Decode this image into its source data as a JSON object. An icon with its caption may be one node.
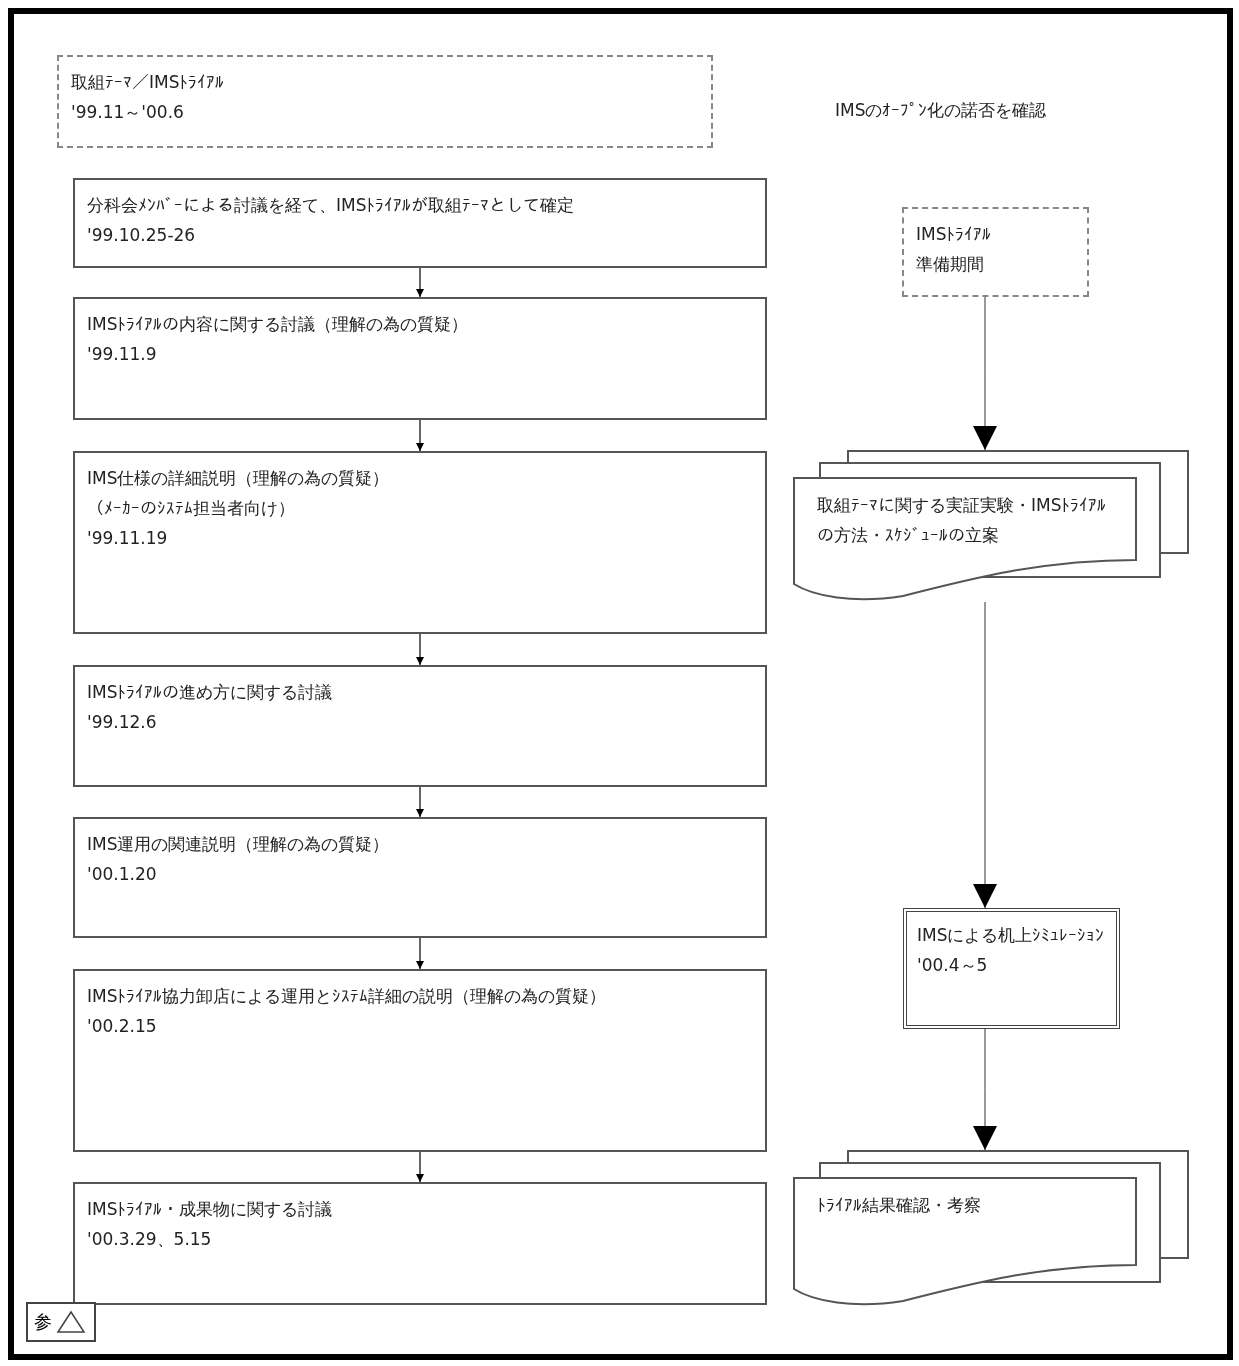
{
  "diagram": {
    "nodes": [
      {
        "text": [
          "取組ﾃｰﾏ／IMSﾄﾗｲｱﾙ",
          "'99.11～'00.6"
        ]
      },
      {
        "text": [
          "分科会ﾒﾝﾊﾞｰによる討議を経て、IMSﾄﾗｲｱﾙが取組ﾃｰﾏとして確定",
          "'99.10.25-26"
        ]
      },
      {
        "text": [
          "IMSﾄﾗｲｱﾙの内容に関する討議（理解の為の質疑）",
          "'99.11.9"
        ]
      },
      {
        "text": [
          "IMS仕様の詳細説明（理解の為の質疑）",
          "（ﾒｰｶｰのｼｽﾃﾑ担当者向け）",
          "'99.11.19"
        ]
      },
      {
        "text": [
          "IMSﾄﾗｲｱﾙの進め方に関する討議",
          "'99.12.6"
        ]
      },
      {
        "text": [
          "IMS運用の関連説明（理解の為の質疑）",
          "'00.1.20"
        ]
      },
      {
        "text": [
          "IMSﾄﾗｲｱﾙ協力卸店による運用とｼｽﾃﾑ詳細の説明（理解の為の質疑）",
          "'00.2.15"
        ]
      },
      {
        "text": [
          "IMSﾄﾗｲｱﾙ・成果物に関する討議",
          "'00.3.29、5.15"
        ]
      },
      {
        "text": [
          "IMSﾄﾗｲｱﾙ準備期間"
        ]
      },
      {
        "text": [
          "取組ﾃｰﾏに関する実証実験・IMSﾄﾗｲｱﾙの方法・ｽｹｼﾞｭｰﾙの立案"
        ]
      },
      {
        "text": [
          "IMSによる机上ｼﾐｭﾚｰｼｮﾝ",
          "'00.4～5"
        ]
      },
      {
        "text": [
          "ﾄﾗｲｱﾙ結果確認・考察"
        ]
      }
    ],
    "edges": [
      {
        "from": 1,
        "to": 2,
        "arrow": "to"
      },
      {
        "from": 2,
        "to": 3,
        "arrow": "to"
      },
      {
        "from": 3,
        "to": 4,
        "arrow": "to"
      },
      {
        "from": 4,
        "to": 5,
        "arrow": "to"
      },
      {
        "from": 5,
        "to": 6,
        "arrow": "to"
      },
      {
        "from": 6,
        "to": 7,
        "arrow": "to"
      },
      {
        "from": 8,
        "to": 9,
        "arrow": "to"
      },
      {
        "from": 9,
        "to": 10,
        "arrow": "to"
      },
      {
        "from": 10,
        "to": 11,
        "arrow": "to"
      }
    ],
    "labels": [
      "IMSのｵｰﾌﾟﾝ化の諾否を確認",
      "参"
    ]
  }
}
